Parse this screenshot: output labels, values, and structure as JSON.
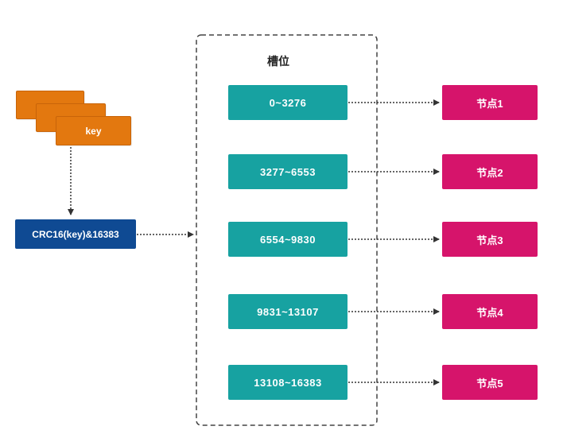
{
  "key_label": "key",
  "hash_label": "CRC16(key)&16383",
  "slot_group_title": "槽位",
  "slots": [
    "0~3276",
    "3277~6553",
    "6554~9830",
    "9831~13107",
    "13108~16383"
  ],
  "nodes": [
    "节点1",
    "节点2",
    "节点3",
    "节点4",
    "节点5"
  ],
  "colors": {
    "key": "#e3780f",
    "hash": "#0f4a93",
    "slot": "#17a2a1",
    "node": "#d6146b",
    "connector": "#333333"
  }
}
